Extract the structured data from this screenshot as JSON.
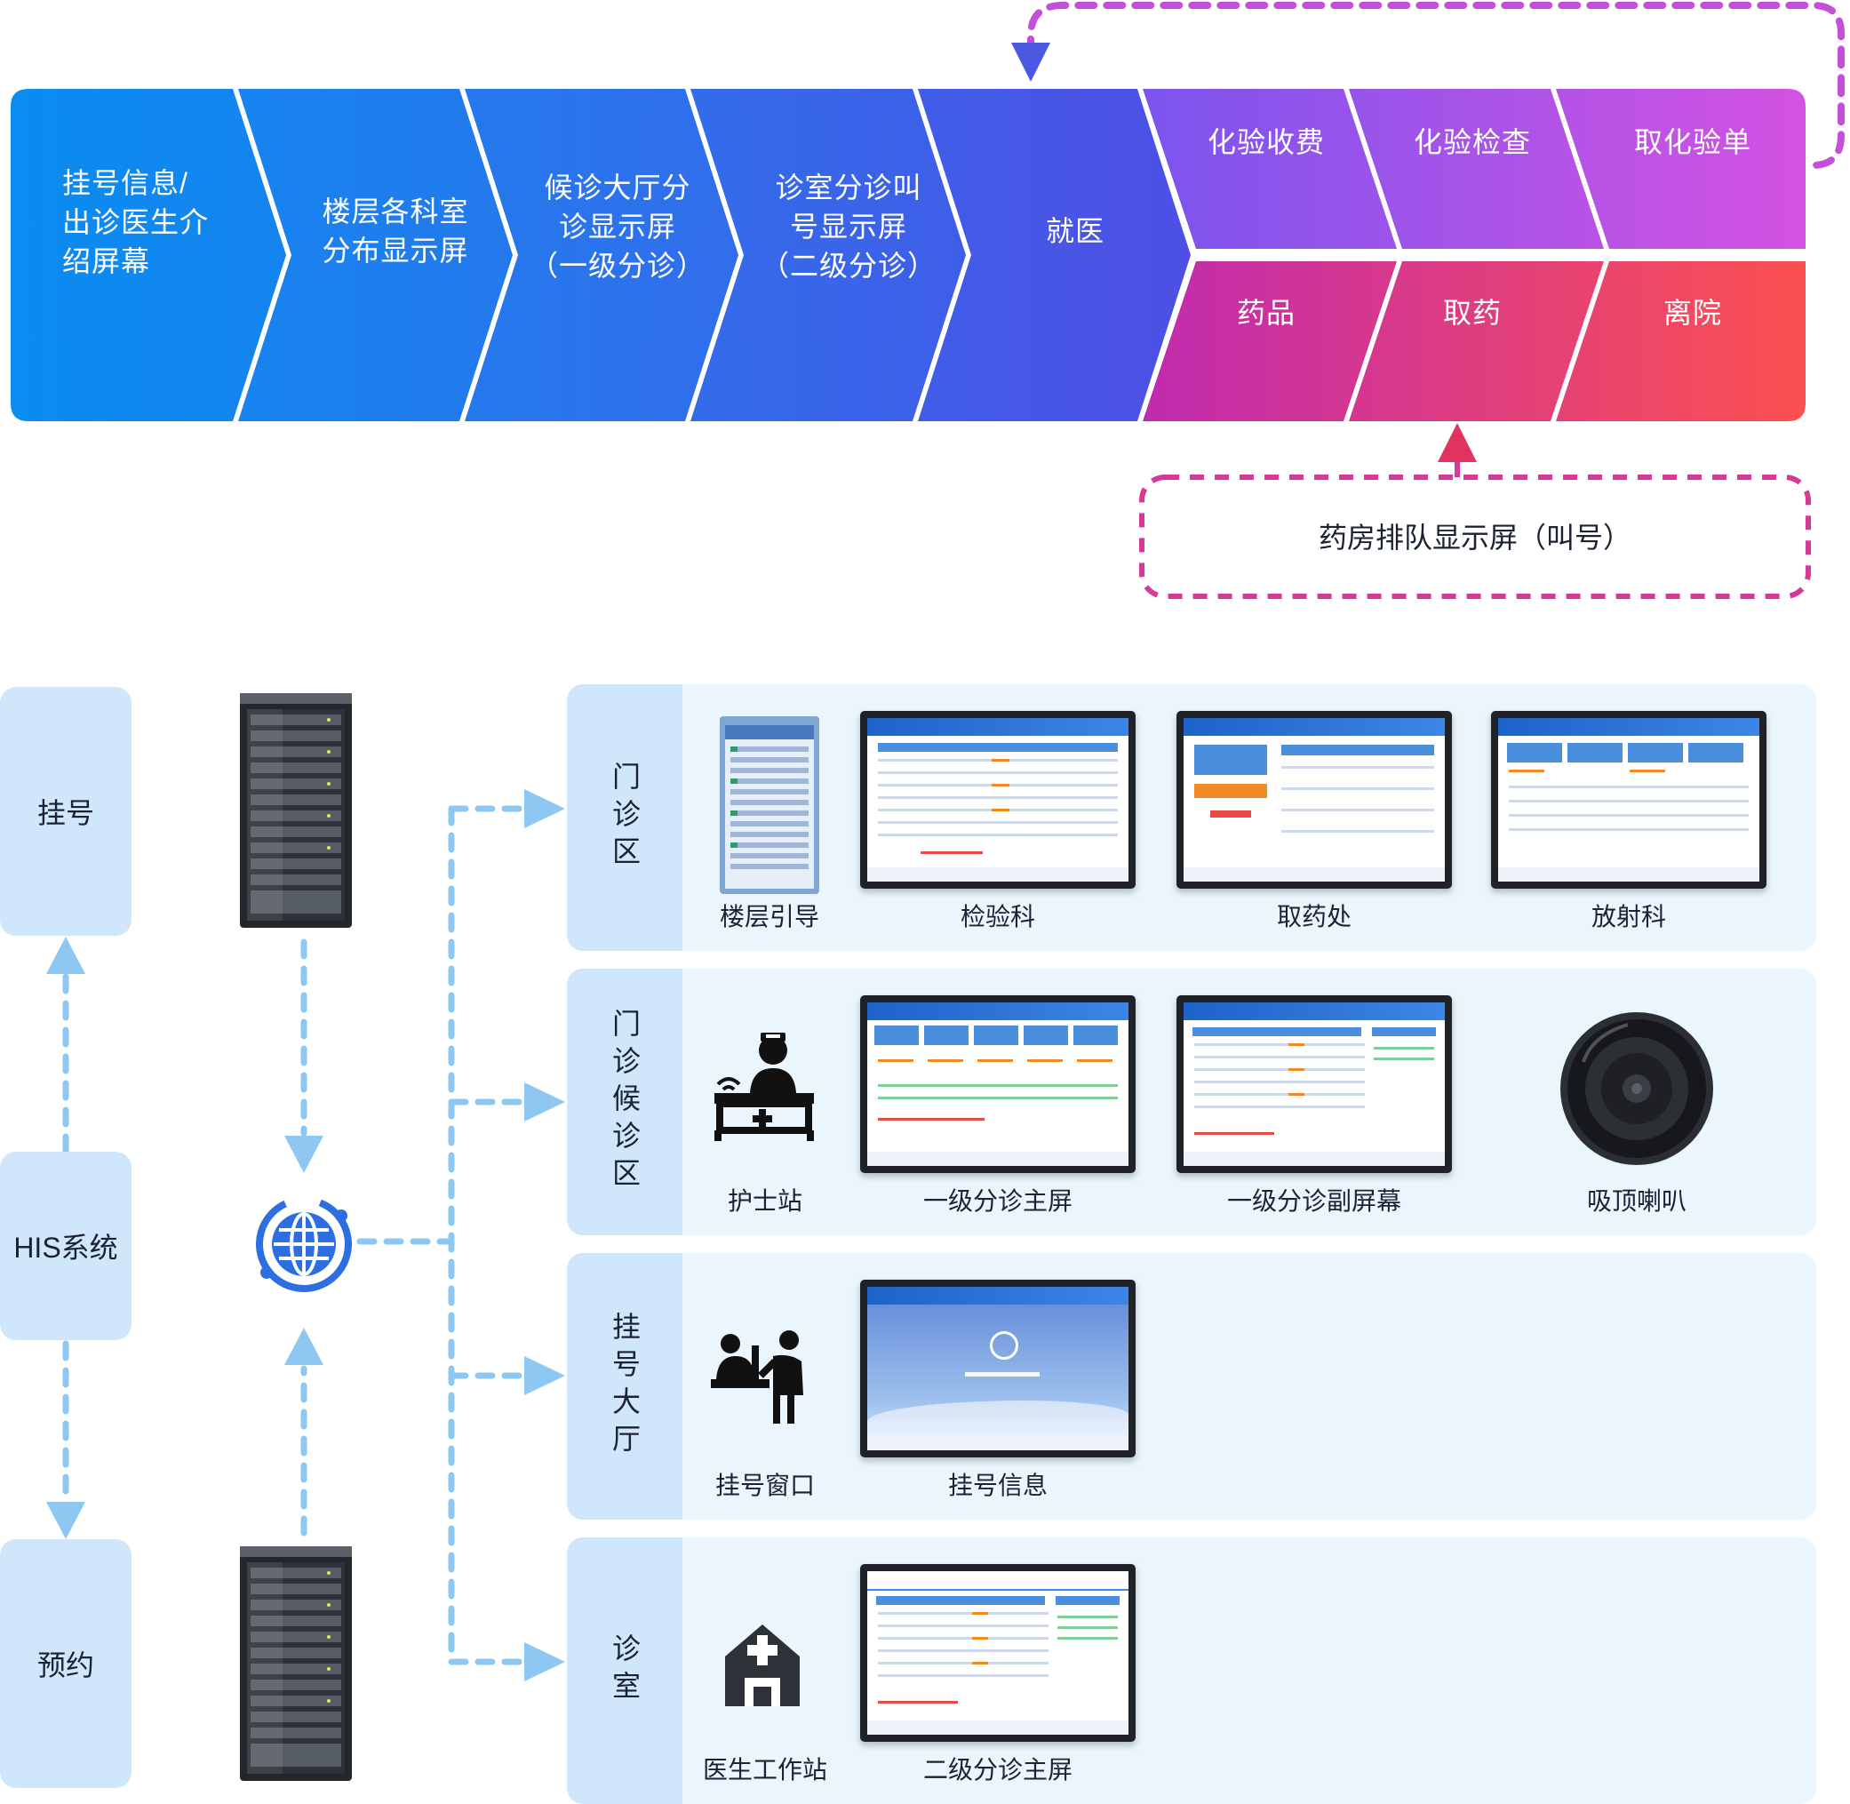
{
  "flow": {
    "steps": [
      {
        "label": "挂号信息/\n出诊医生介\n绍屏幕"
      },
      {
        "label": "楼层各科室\n分布显示屏"
      },
      {
        "label": "候诊大厅分\n诊显示屏\n（一级分诊）"
      },
      {
        "label": "诊室分诊叫\n号显示屏\n（二级分诊）"
      },
      {
        "label": "就医"
      }
    ],
    "top_row": [
      "化验收费",
      "化验检查",
      "取化验单"
    ],
    "bottom_row": [
      "药品",
      "取药",
      "离院"
    ],
    "pharmacy_screen": "药房排队显示屏（叫号）",
    "colors": {
      "start": "#0a8cf0",
      "mid": "#4a4fe6",
      "end_top": "#d14fe0",
      "end_bottom": "#fc5050",
      "loop": "#c44fd8",
      "pharm_loop": "#d43a96",
      "arrow": "#4a57e0"
    }
  },
  "systems": {
    "register": "挂号",
    "his": "HIS系统",
    "booking": "预约",
    "server_icon": "server-rack-icon",
    "network_icon": "globe-network-icon",
    "connector_color": "#8ec8f2"
  },
  "zones": [
    {
      "title": "门诊区",
      "devices": [
        {
          "label": "楼层引导",
          "icon": "floor-guide-board-icon"
        },
        {
          "label": "检验科",
          "icon": "display-screen-icon"
        },
        {
          "label": "取药处",
          "icon": "display-screen-icon"
        },
        {
          "label": "放射科",
          "icon": "display-screen-icon"
        }
      ]
    },
    {
      "title": "门诊候诊区",
      "devices": [
        {
          "label": "护士站",
          "icon": "nurse-station-icon"
        },
        {
          "label": "一级分诊主屏",
          "icon": "display-screen-icon"
        },
        {
          "label": "一级分诊副屏幕",
          "icon": "display-screen-icon"
        },
        {
          "label": "吸顶喇叭",
          "icon": "ceiling-speaker-icon"
        }
      ]
    },
    {
      "title": "挂号大厅",
      "devices": [
        {
          "label": "挂号窗口",
          "icon": "registration-window-icon"
        },
        {
          "label": "挂号信息",
          "icon": "display-screen-icon"
        }
      ]
    },
    {
      "title": "诊室",
      "devices": [
        {
          "label": "医生工作站",
          "icon": "hospital-icon"
        },
        {
          "label": "二级分诊主屏",
          "icon": "display-screen-icon"
        }
      ]
    }
  ]
}
